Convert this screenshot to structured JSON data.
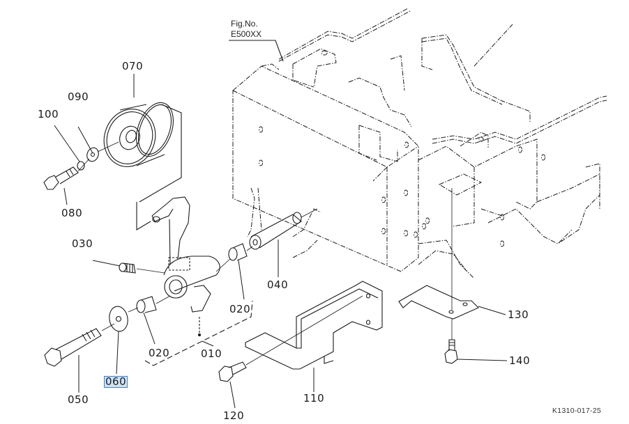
{
  "figure": {
    "fig_label": "Fig.No.",
    "fig_number": "E500XX",
    "code": "K1310-017-25"
  },
  "parts": [
    {
      "id": "010"
    },
    {
      "id": "020"
    },
    {
      "id": "020"
    },
    {
      "id": "030"
    },
    {
      "id": "040"
    },
    {
      "id": "050"
    },
    {
      "id": "060",
      "highlighted": true
    },
    {
      "id": "070"
    },
    {
      "id": "080"
    },
    {
      "id": "090"
    },
    {
      "id": "100"
    },
    {
      "id": "110"
    },
    {
      "id": "120"
    },
    {
      "id": "130"
    },
    {
      "id": "140"
    }
  ],
  "colors": {
    "line": "#1a1a1a",
    "highlight_bg": "#cfe3f7",
    "highlight_border": "#3b82c4"
  }
}
